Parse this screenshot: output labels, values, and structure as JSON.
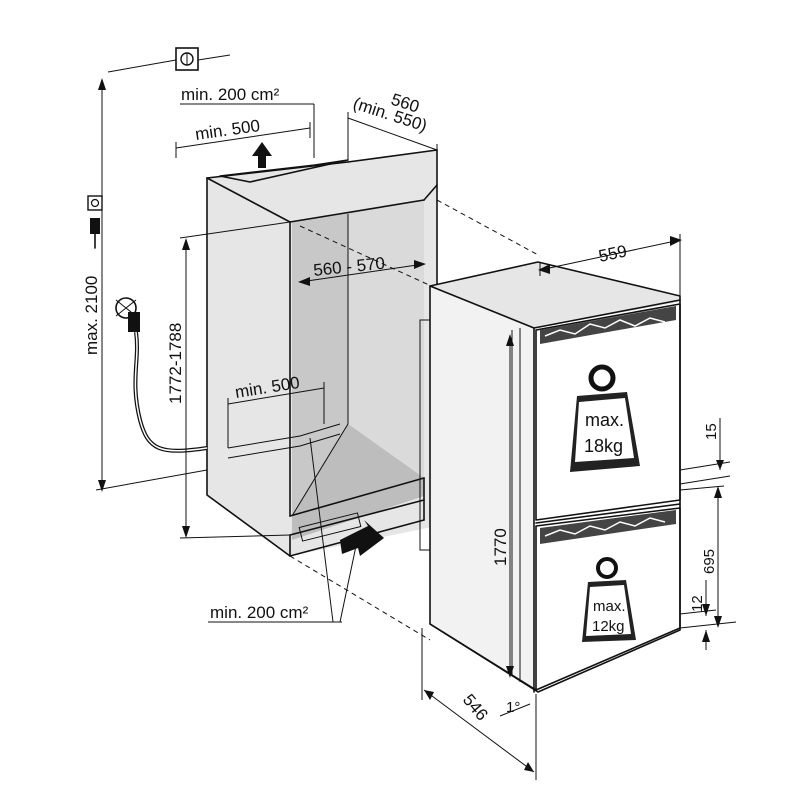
{
  "labels": {
    "depth_560": "560",
    "depth_min_550": "(min. 550)",
    "vent_top": "min. 200 cm²",
    "opening_top": "min. 500",
    "height_max": "max. 2100",
    "niche_width": "560 - 570",
    "niche_height": "1772-1788",
    "floor_opening": "min. 500",
    "vent_bottom": "min. 200 cm²",
    "appliance_width": "559",
    "appliance_height": "1770",
    "appliance_depth": "546",
    "gap_15": "15",
    "drawer_695": "695",
    "gap_12": "12",
    "door_angle_mark": "1°",
    "weight_upper_line1": "max.",
    "weight_upper_line2": "18kg",
    "weight_lower_line1": "max.",
    "weight_lower_line2": "12kg"
  },
  "icons": {
    "socket_top": "power-socket-icon",
    "socket_side": "power-plug-icon",
    "water_tap": "water-tap-icon",
    "airflow_up": "arrow-up-icon",
    "airflow_in": "arrow-in-icon",
    "weight_upper": "weight-icon",
    "weight_lower": "weight-icon"
  }
}
